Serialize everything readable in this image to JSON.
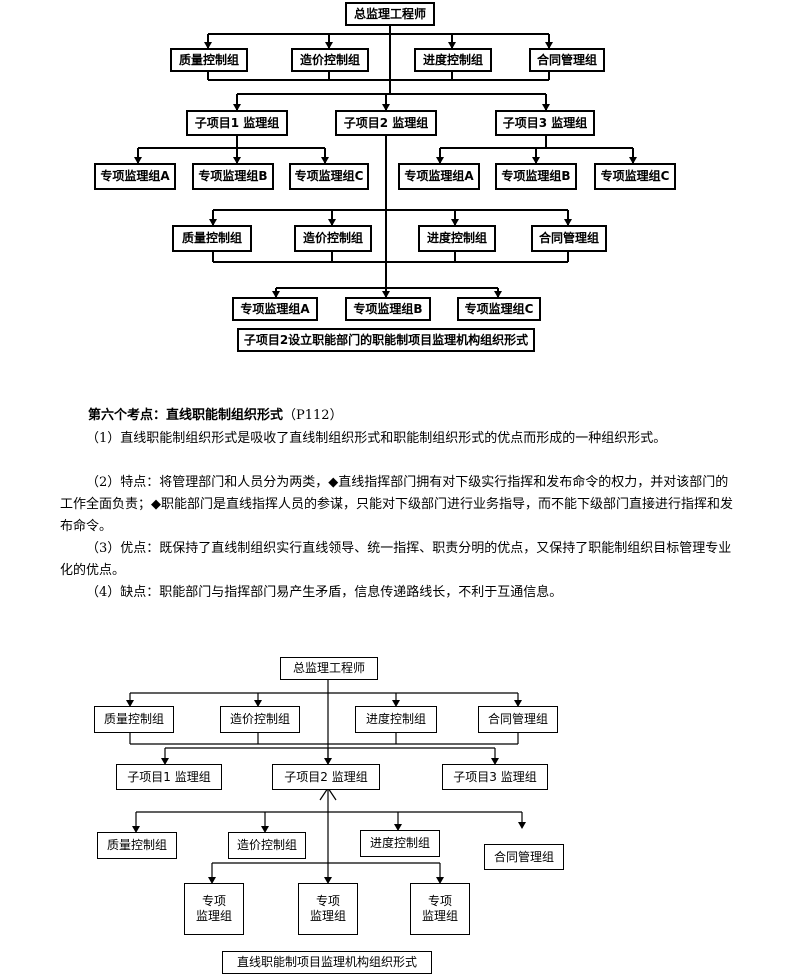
{
  "diagram1": {
    "top": "总监理工程师",
    "departments": [
      "质量控制组",
      "造价控制组",
      "进度控制组",
      "合同管理组"
    ],
    "subprojects": [
      "子项目1 监理组",
      "子项目2 监理组",
      "子项目3 监理组"
    ],
    "special_left": [
      "专项监理组A",
      "专项监理组B",
      "专项监理组C"
    ],
    "special_right": [
      "专项监理组A",
      "专项监理组B",
      "专项监理组C"
    ],
    "sub2_departments": [
      "质量控制组",
      "造价控制组",
      "进度控制组",
      "合同管理组"
    ],
    "sub2_special": [
      "专项监理组A",
      "专项监理组B",
      "专项监理组C"
    ],
    "caption": "子项目2设立职能部门的职能制项目监理机构组织形式"
  },
  "section": {
    "heading": "第六个考点：直线职能制组织形式",
    "ref": "（P112）",
    "p1": "（1）直线职能制组织形式是吸收了直线制组织形式和职能制组织形式的优点而形成的一种组织形式。",
    "p2": "（2）特点：将管理部门和人员分为两类，◆直线指挥部门拥有对下级实行指挥和发布命令的权力，并对该部门的工作全面负责；◆职能部门是直线指挥人员的参谋，只能对下级部门进行业务指导，而不能下级部门直接进行指挥和发布命令。",
    "p3": "（3）优点：既保持了直线制组织实行直线领导、统一指挥、职责分明的优点，又保持了职能制组织目标管理专业化的优点。",
    "p4": "（4）缺点：职能部门与指挥部门易产生矛盾，信息传递路线长，不利于互通信息。"
  },
  "diagram2": {
    "top": "总监理工程师",
    "departments": [
      "质量控制组",
      "造价控制组",
      "进度控制组",
      "合同管理组"
    ],
    "subprojects": [
      "子项目1 监理组",
      "子项目2 监理组",
      "子项目3 监理组"
    ],
    "sub2_departments": [
      "质量控制组",
      "造价控制组",
      "进度控制组",
      "合同管理组"
    ],
    "special": [
      {
        "line1": "专项",
        "line2": "监理组"
      },
      {
        "line1": "专项",
        "line2": "监理组"
      },
      {
        "line1": "专项",
        "line2": "监理组"
      }
    ],
    "caption": "直线职能制项目监理机构组织形式"
  }
}
